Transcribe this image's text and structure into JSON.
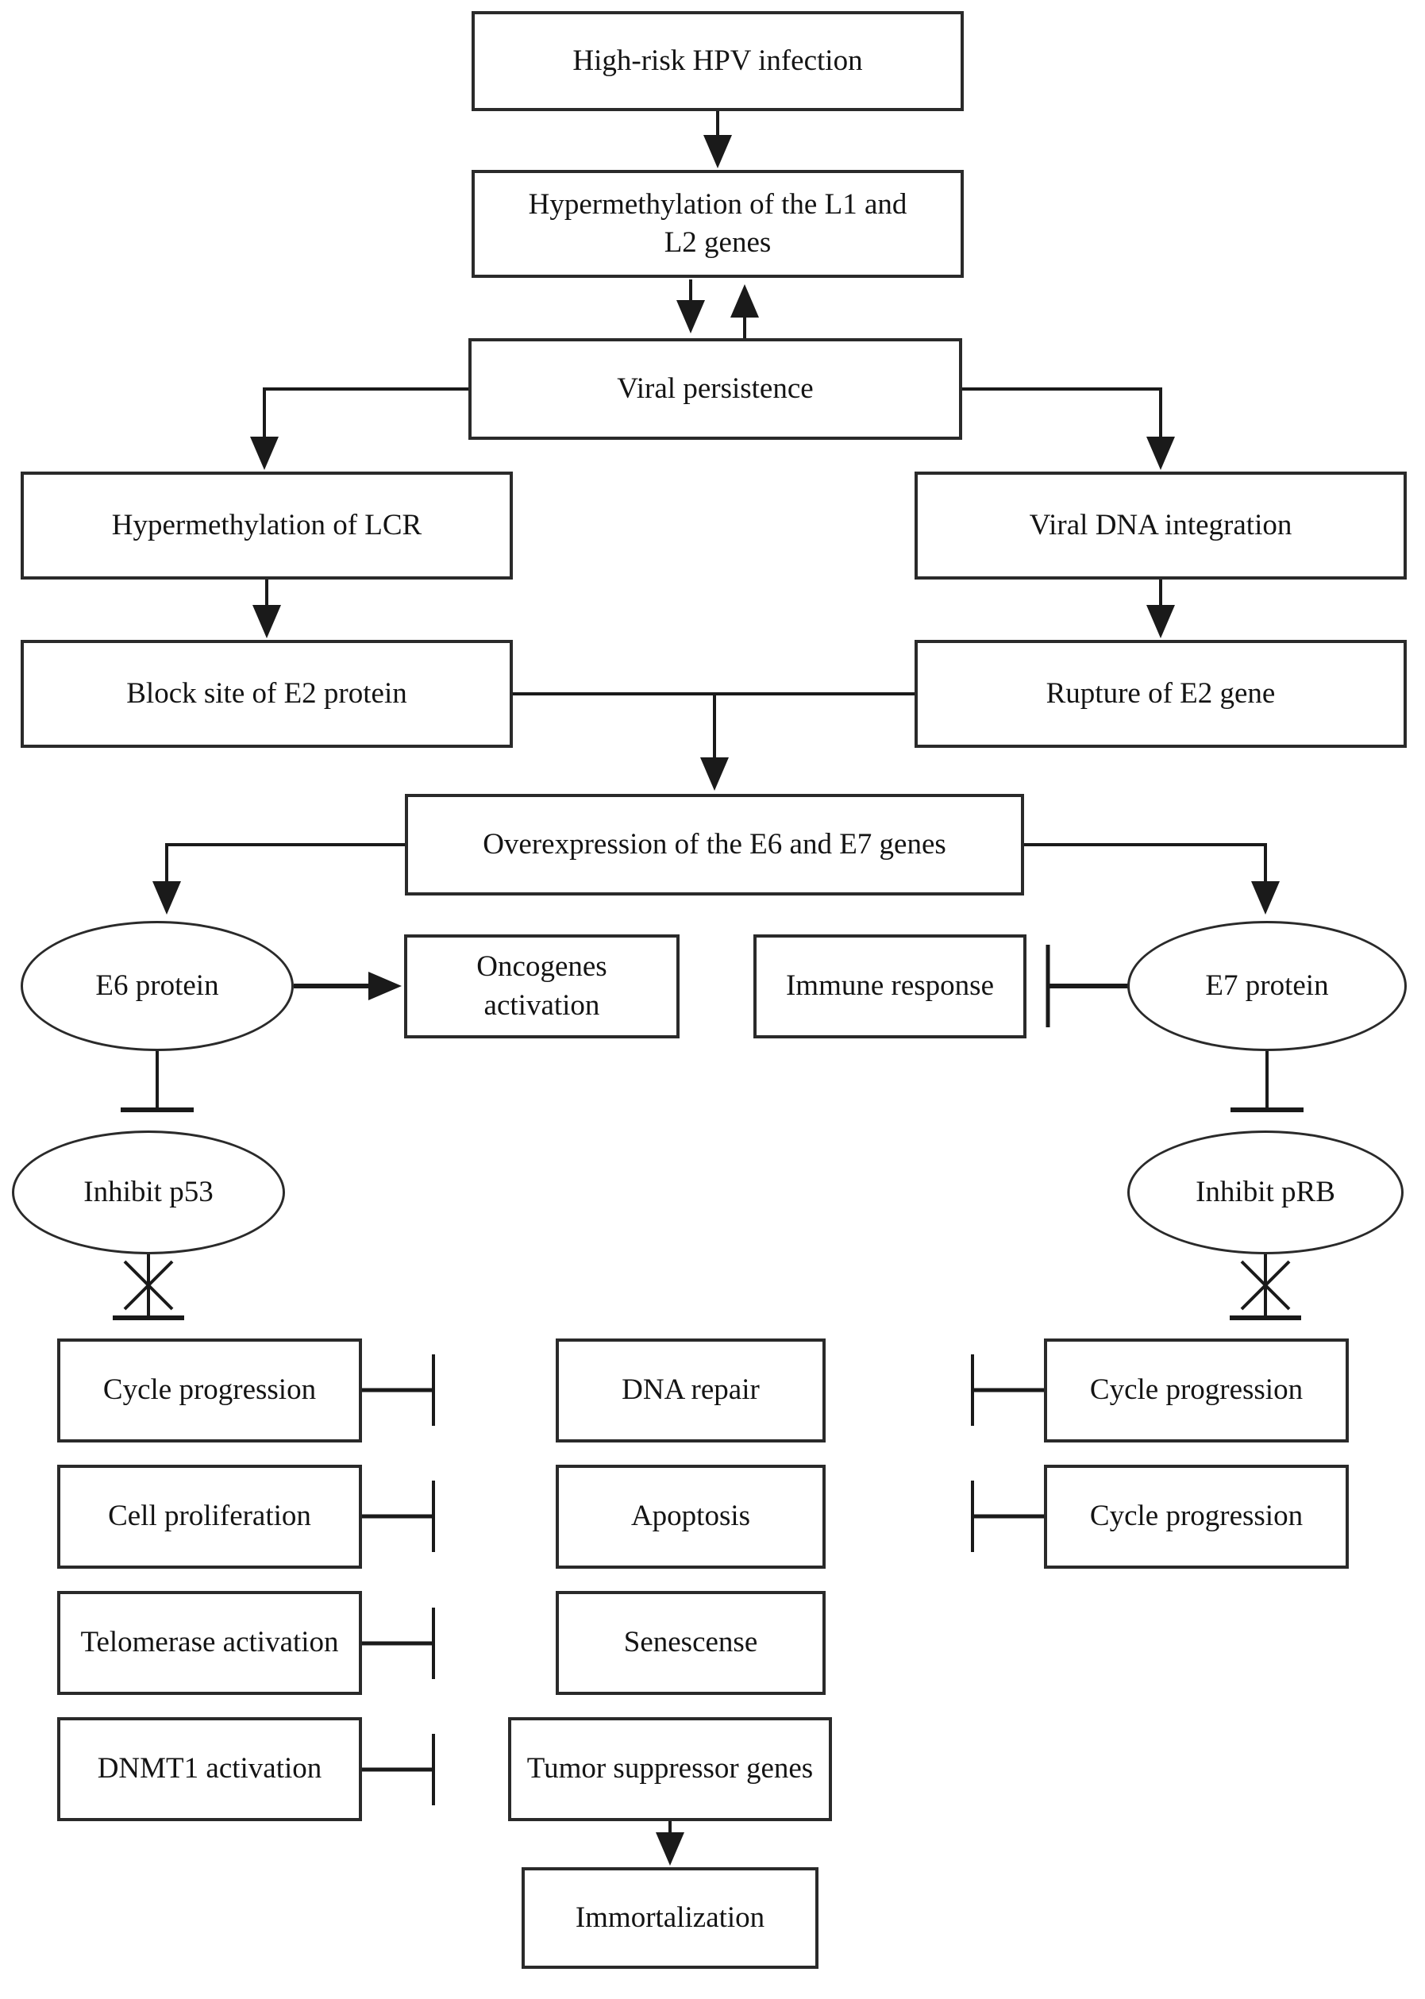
{
  "diagram": {
    "description": "Flowchart of high-risk HPV infection progression to immortalization",
    "colors": {
      "background": "#ffffff",
      "line": "#1a1a1a",
      "box_border": "#2a2a2a",
      "text": "#141414"
    },
    "nodes": {
      "high_risk_hpv": {
        "label": "High-risk HPV infection",
        "shape": "rect"
      },
      "hypermethylation_l1_l2": {
        "label": "Hypermethylation of the L1 and L2 genes",
        "shape": "rect"
      },
      "viral_persistence": {
        "label": "Viral persistence",
        "shape": "rect"
      },
      "hypermethylation_lcr": {
        "label": "Hypermethylation of LCR",
        "shape": "rect"
      },
      "block_site_e2": {
        "label": "Block site of E2 protein",
        "shape": "rect"
      },
      "viral_dna_integration": {
        "label": "Viral DNA integration",
        "shape": "rect"
      },
      "rupture_e2": {
        "label": "Rupture of E2 gene",
        "shape": "rect"
      },
      "overexpression_e6_e7": {
        "label": "Overexpression of the E6 and E7 genes",
        "shape": "rect"
      },
      "e6_protein": {
        "label": "E6 protein",
        "shape": "ellipse"
      },
      "oncogenes_activation": {
        "label": "Oncogenes activation",
        "shape": "rect"
      },
      "immune_response": {
        "label": "Immune response",
        "shape": "rect"
      },
      "e7_protein": {
        "label": "E7 protein",
        "shape": "ellipse"
      },
      "inhibit_p53": {
        "label": "Inhibit p53",
        "shape": "ellipse"
      },
      "inhibit_prb": {
        "label": "Inhibit pRB",
        "shape": "ellipse"
      },
      "cycle_progression_left": {
        "label": "Cycle progression",
        "shape": "rect"
      },
      "cell_proliferation": {
        "label": "Cell proliferation",
        "shape": "rect"
      },
      "telomerase_activation": {
        "label": "Telomerase activation",
        "shape": "rect"
      },
      "dnmt1_activation": {
        "label": "DNMT1 activation",
        "shape": "rect"
      },
      "dna_repair": {
        "label": "DNA repair",
        "shape": "rect"
      },
      "apoptosis": {
        "label": "Apoptosis",
        "shape": "rect"
      },
      "senescense": {
        "label": "Senescense",
        "shape": "rect"
      },
      "tumor_suppressor_genes": {
        "label": "Tumor suppressor genes",
        "shape": "rect"
      },
      "immortalization": {
        "label": "Immortalization",
        "shape": "rect"
      },
      "cycle_progression_right_1": {
        "label": "Cycle progression",
        "shape": "rect"
      },
      "cycle_progression_right_2": {
        "label": "Cycle progression",
        "shape": "rect"
      }
    },
    "edges": [
      {
        "from": "high_risk_hpv",
        "to": "hypermethylation_l1_l2",
        "type": "arrow"
      },
      {
        "from": "hypermethylation_l1_l2",
        "to": "viral_persistence",
        "type": "arrow-bidirectional"
      },
      {
        "from": "viral_persistence",
        "to": "hypermethylation_lcr",
        "type": "arrow"
      },
      {
        "from": "viral_persistence",
        "to": "viral_dna_integration",
        "type": "arrow"
      },
      {
        "from": "hypermethylation_lcr",
        "to": "block_site_e2",
        "type": "arrow"
      },
      {
        "from": "viral_dna_integration",
        "to": "rupture_e2",
        "type": "arrow"
      },
      {
        "from": "block_site_e2",
        "to": "overexpression_e6_e7",
        "type": "arrow"
      },
      {
        "from": "rupture_e2",
        "to": "overexpression_e6_e7",
        "type": "arrow"
      },
      {
        "from": "overexpression_e6_e7",
        "to": "e6_protein",
        "type": "arrow"
      },
      {
        "from": "overexpression_e6_e7",
        "to": "e7_protein",
        "type": "arrow"
      },
      {
        "from": "e6_protein",
        "to": "oncogenes_activation",
        "type": "arrow"
      },
      {
        "from": "e7_protein",
        "to": "immune_response",
        "type": "inhibit"
      },
      {
        "from": "e6_protein",
        "to": "inhibit_p53",
        "type": "inhibit"
      },
      {
        "from": "e7_protein",
        "to": "inhibit_prb",
        "type": "inhibit"
      },
      {
        "from": "inhibit_p53",
        "to": "cycle_progression_left",
        "type": "inhibit-crossed"
      },
      {
        "from": "inhibit_prb",
        "to": "cycle_progression_right_1",
        "type": "inhibit-crossed"
      },
      {
        "from": "cycle_progression_left",
        "to": null,
        "type": "inhibit"
      },
      {
        "from": "cell_proliferation",
        "to": null,
        "type": "inhibit"
      },
      {
        "from": "telomerase_activation",
        "to": null,
        "type": "inhibit"
      },
      {
        "from": "dnmt1_activation",
        "to": null,
        "type": "inhibit"
      },
      {
        "from": "cycle_progression_right_1",
        "to": null,
        "type": "inhibit"
      },
      {
        "from": "cycle_progression_right_2",
        "to": null,
        "type": "inhibit"
      },
      {
        "from": "tumor_suppressor_genes",
        "to": "immortalization",
        "type": "arrow"
      }
    ]
  }
}
